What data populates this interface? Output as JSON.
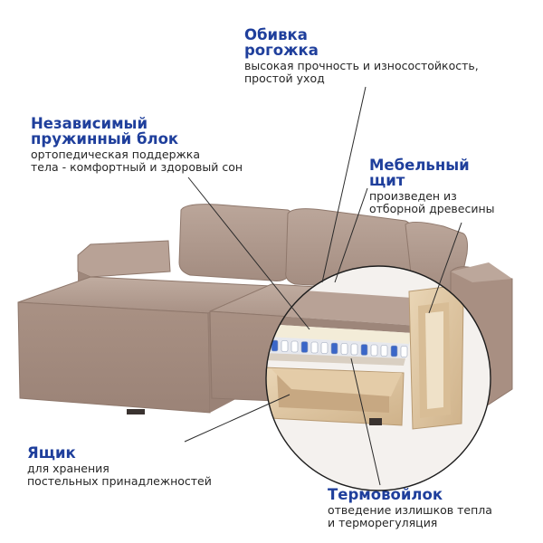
{
  "callouts": {
    "fabric": {
      "title": "Обивка\nрогожка",
      "desc": "высокая прочность и износостойкость,\nпростой уход"
    },
    "spring_block": {
      "title": "Независимый\nпружинный блок",
      "desc": "ортопедическая поддержка\nтела - комфортный и здоровый сон"
    },
    "furniture_board": {
      "title": "Мебельный\nщит",
      "desc": "произведен из\nотборной древесины"
    },
    "drawer": {
      "title": "Ящик",
      "desc": "для хранения\nпостельных принадлежностей"
    },
    "thermofelt": {
      "title": "Термовойлок",
      "desc": "отведение излишков тепла\nи терморегуляция"
    }
  },
  "colors": {
    "title": "#1f3f9c",
    "text": "#262626",
    "fabric": "#b49e92",
    "wood": "#dcc19b",
    "spring_accent": "#3a66c8"
  }
}
